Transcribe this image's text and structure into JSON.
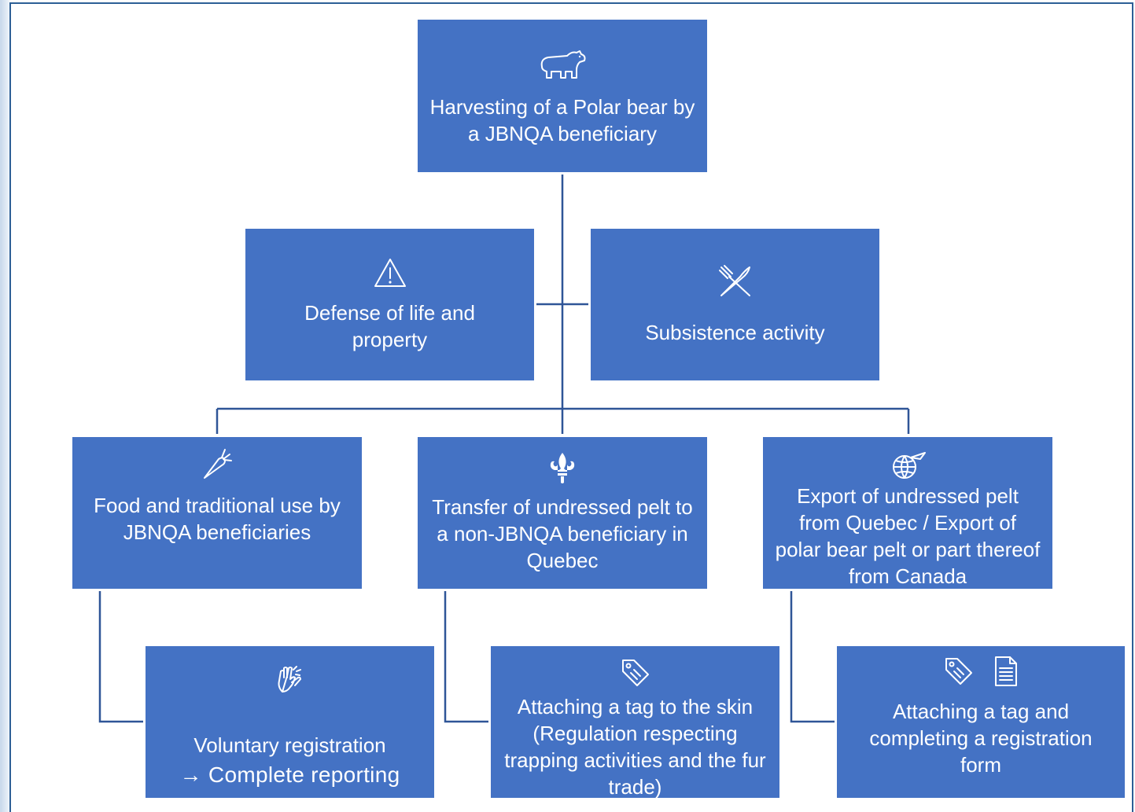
{
  "colors": {
    "box_fill": "#4472c4",
    "connector": "#2f5597",
    "text": "#ffffff",
    "frame_border": "#2d5f96"
  },
  "nodes": {
    "root": {
      "label": "Harvesting of a Polar bear by a JBNQA beneficiary",
      "icon": "polar-bear-icon"
    },
    "defense": {
      "label": "Defense of life and property",
      "icon": "warning-icon"
    },
    "subsistence": {
      "label": "Subsistence activity",
      "icon": "utensils-icon"
    },
    "food": {
      "label": "Food and traditional use by JBNQA beneficiaries",
      "icon": "carrot-icon"
    },
    "transfer": {
      "label": "Transfer of undressed pelt to a non-JBNQA beneficiary in Quebec",
      "icon": "fleur-de-lis-icon"
    },
    "export": {
      "label": "Export of undressed pelt from Quebec / Export of polar bear pelt or part thereof from Canada",
      "icon": "globe-plane-icon"
    },
    "voluntary": {
      "label_line1": "Voluntary registration",
      "label_line2": "→ Complete reporting",
      "icon": "clapping-hands-icon"
    },
    "tag_skin": {
      "label": "Attaching a tag to the skin (Regulation respecting trapping activities and the fur trade)",
      "icon": "tag-icon"
    },
    "tag_form": {
      "label": "Attaching a tag and completing a registration form",
      "icons": [
        "tag-icon",
        "document-icon"
      ]
    }
  }
}
